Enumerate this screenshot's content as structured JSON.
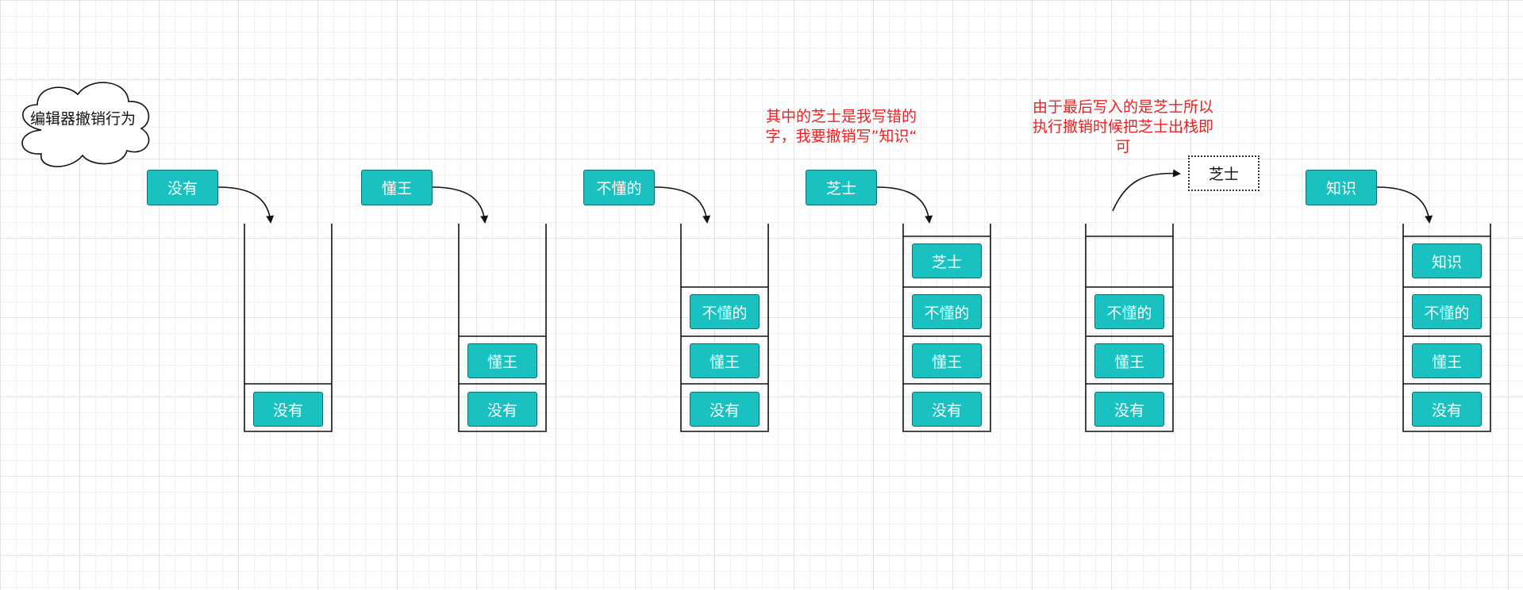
{
  "cloud": {
    "label": "编辑器撤销行为"
  },
  "notes": {
    "typo": "其中的芝士是我写错的字，我要撤销写”知识“",
    "undo": "由于最后写入的是芝士所以执行撤销时候把芝士出栈即可"
  },
  "steps": [
    {
      "input": "没有",
      "stack": [
        "没有"
      ]
    },
    {
      "input": "懂王",
      "stack": [
        "懂王",
        "没有"
      ]
    },
    {
      "input": "不懂的",
      "stack": [
        "不懂的",
        "懂王",
        "没有"
      ]
    },
    {
      "input": "芝士",
      "stack": [
        "芝士",
        "不懂的",
        "懂王",
        "没有"
      ]
    },
    {
      "popped": "芝士",
      "stack": [
        "不懂的",
        "懂王",
        "没有"
      ]
    },
    {
      "input": "知识",
      "stack": [
        "知识",
        "不懂的",
        "懂王",
        "没有"
      ]
    }
  ],
  "colors": {
    "box_fill": "#19c1c1",
    "box_border": "#0b6e6e",
    "note_text": "#ee2020"
  }
}
